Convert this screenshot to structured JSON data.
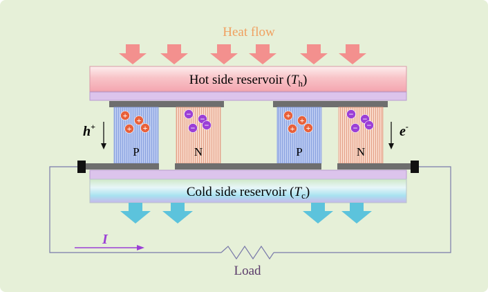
{
  "title": "Heat flow",
  "hot_reservoir": {
    "label": "Hot side reservoir (",
    "symbol": "T",
    "subscript": "h",
    "close": ")"
  },
  "cold_reservoir": {
    "label": "Cold side reservoir (",
    "symbol": "T",
    "subscript": "c",
    "close": ")"
  },
  "legs": [
    {
      "type": "P",
      "carrier_sign": "+"
    },
    {
      "type": "N",
      "carrier_sign": "−"
    },
    {
      "type": "P",
      "carrier_sign": "+"
    },
    {
      "type": "N",
      "carrier_sign": "−"
    }
  ],
  "hole_label": {
    "symbol": "h",
    "sup": "+"
  },
  "electron_label": {
    "symbol": "e",
    "sup": "-"
  },
  "current_label": "I",
  "load_label": "Load",
  "colors": {
    "background": "#e6f0d8",
    "heat_arrow": "#f3908e",
    "cold_arrow": "#5cc3dc",
    "hole": "#e8603a",
    "electron": "#9b3fd6",
    "heat_text": "#f0a060",
    "current": "#9b3fd6",
    "load_text": "#5a3a6a",
    "wire": "#7a7aaa"
  }
}
